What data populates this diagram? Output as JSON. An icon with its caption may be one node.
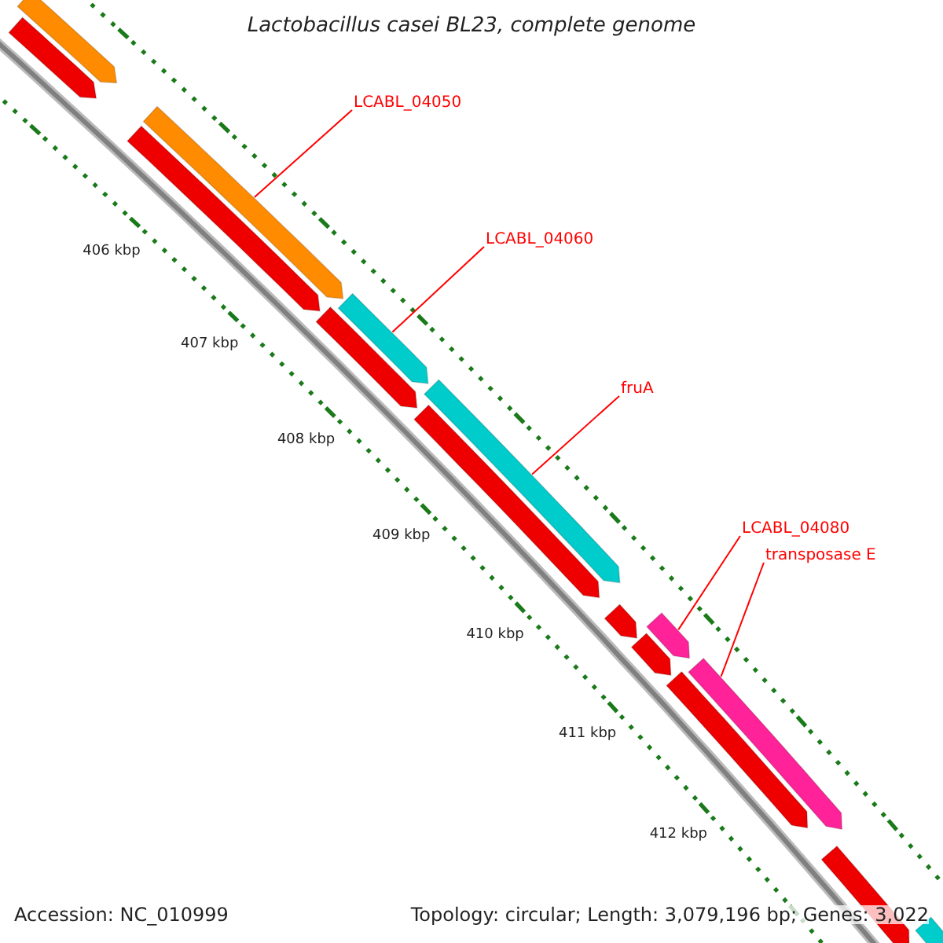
{
  "diagram": {
    "title": "Lactobacillus casei BL23, complete genome",
    "nodes": [
      {
        "text": [
          "LCABL_04050"
        ]
      },
      {
        "text": [
          "LCABL_04060"
        ]
      },
      {
        "text": [
          "fruA"
        ]
      },
      {
        "text": [
          "LCABL_04080"
        ]
      },
      {
        "text": [
          "transposase E"
        ]
      },
      {
        "text": [],
        "shape": "bar"
      },
      {
        "text": [],
        "shape": "bar"
      },
      {
        "text": [],
        "shape": "bar"
      },
      {
        "text": [],
        "shape": "bar"
      },
      {
        "text": [],
        "shape": "bar"
      },
      {
        "text": [],
        "shape": "bar"
      },
      {
        "text": [],
        "shape": "bar"
      },
      {
        "text": [],
        "shape": "bar"
      },
      {
        "text": [],
        "shape": "bar"
      },
      {
        "text": [],
        "shape": "bar"
      },
      {
        "text": [],
        "shape": "bar"
      },
      {
        "text": [],
        "shape": "bar"
      },
      {
        "text": [],
        "shape": "bar"
      },
      {
        "text": [],
        "shape": "bar"
      },
      {
        "text": [],
        "shape": "bar"
      }
    ],
    "edges": [
      {
        "from": 0,
        "to": 7,
        "arrow": "none"
      },
      {
        "from": 1,
        "to": 9,
        "arrow": "none"
      },
      {
        "from": 2,
        "to": 11,
        "arrow": "none"
      },
      {
        "from": 3,
        "to": 15,
        "arrow": "none"
      },
      {
        "from": 4,
        "to": 16,
        "arrow": "none"
      }
    ],
    "labels": [
      "406 kbp",
      "407 kbp",
      "408 kbp",
      "409 kbp",
      "410 kbp",
      "411 kbp",
      "412 kbp",
      "Accession: NC_010999",
      "Topology: circular; Length: 3,079,196 bp; Genes: 3,022"
    ]
  }
}
